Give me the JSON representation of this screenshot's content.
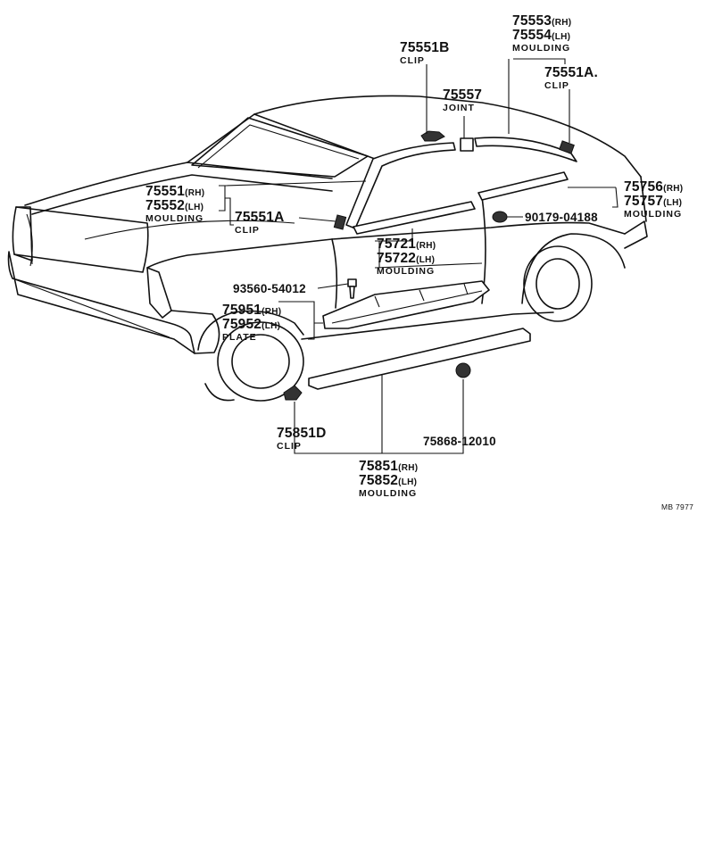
{
  "diagram_code": "MB 7977",
  "callouts": [
    {
      "id": "75551B",
      "lines": [
        {
          "pn": "75551B"
        }
      ],
      "name": "CLIP"
    },
    {
      "id": "75553",
      "lines": [
        {
          "pn": "75553",
          "side": "(RH)"
        },
        {
          "pn": "75554",
          "side": "(LH)"
        }
      ],
      "name": "MOULDING"
    },
    {
      "id": "75551A-top",
      "lines": [
        {
          "pn": "75551A."
        }
      ],
      "name": "CLIP"
    },
    {
      "id": "75557",
      "lines": [
        {
          "pn": "75557"
        }
      ],
      "name": "JOINT"
    },
    {
      "id": "75551",
      "lines": [
        {
          "pn": "75551",
          "side": "(RH)"
        },
        {
          "pn": "75552",
          "side": "(LH)"
        }
      ],
      "name": "MOULDING"
    },
    {
      "id": "75551A-left",
      "lines": [
        {
          "pn": "75551A"
        }
      ],
      "name": "CLIP"
    },
    {
      "id": "75756",
      "lines": [
        {
          "pn": "75756",
          "side": "(RH)"
        },
        {
          "pn": "75757",
          "side": "(LH)"
        }
      ],
      "name": "MOULDING"
    },
    {
      "id": "90179",
      "lines": [
        {
          "pn": "90179-04188"
        }
      ],
      "name": ""
    },
    {
      "id": "75721",
      "lines": [
        {
          "pn": "75721",
          "side": "(RH)"
        },
        {
          "pn": "75722",
          "side": "(LH)"
        }
      ],
      "name": "MOULDING"
    },
    {
      "id": "93560",
      "lines": [
        {
          "pn": "93560-54012"
        }
      ],
      "name": ""
    },
    {
      "id": "75951",
      "lines": [
        {
          "pn": "75951",
          "side": "(RH)"
        },
        {
          "pn": "75952",
          "side": "(LH)"
        }
      ],
      "name": "PLATE"
    },
    {
      "id": "75851D",
      "lines": [
        {
          "pn": "75851D"
        }
      ],
      "name": "CLIP"
    },
    {
      "id": "75868",
      "lines": [
        {
          "pn": "75868-12010"
        }
      ],
      "name": ""
    },
    {
      "id": "75851",
      "lines": [
        {
          "pn": "75851",
          "side": "(RH)"
        },
        {
          "pn": "75852",
          "side": "(LH)"
        }
      ],
      "name": "MOULDING"
    }
  ]
}
